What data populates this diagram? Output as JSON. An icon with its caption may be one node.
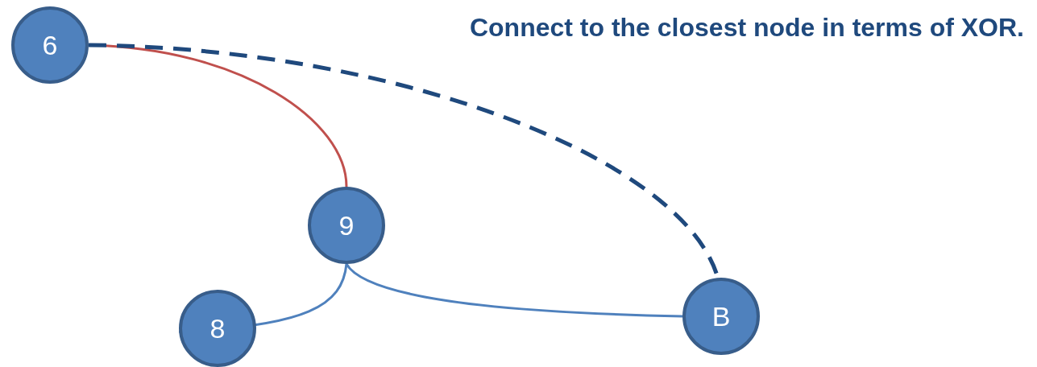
{
  "diagram": {
    "title": "Connect to the closest node in terms of XOR.",
    "nodes": [
      {
        "text": [
          "6"
        ]
      },
      {
        "text": [
          "9"
        ]
      },
      {
        "text": [
          "8"
        ]
      },
      {
        "text": [
          "B"
        ]
      }
    ],
    "edges": [
      {
        "from": 0,
        "to": 1,
        "arrow": "none",
        "color": "#c0504d"
      },
      {
        "from": 0,
        "to": 3,
        "arrow": "none",
        "style": "dashed",
        "color": "#1f497d"
      },
      {
        "from": 1,
        "to": 2,
        "arrow": "none"
      },
      {
        "from": 1,
        "to": 3,
        "arrow": "none"
      }
    ]
  }
}
